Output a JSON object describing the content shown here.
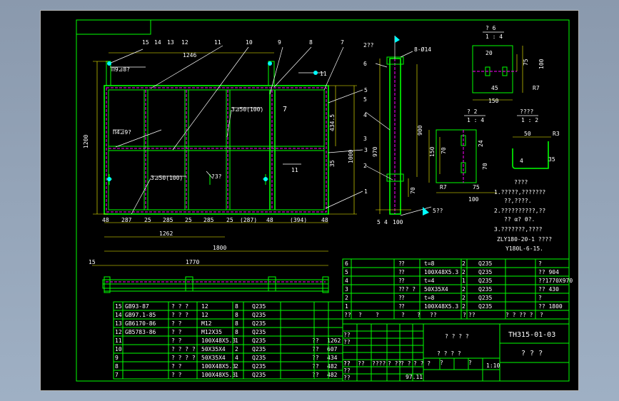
{
  "drawing": {
    "number": "TH315-01-03",
    "title": "? ? ? ?",
    "subtitle": "? ? ?",
    "scale": "1:10",
    "weight": "97.11"
  },
  "main_view": {
    "dims": {
      "top_width": "1246",
      "height": "1200",
      "span_a": "434.5",
      "span_b": "1000",
      "span_c": "35",
      "bottom": [
        "48",
        "287",
        "25",
        "285",
        "25",
        "285",
        "25",
        "(287)",
        "48",
        "(394)",
        "48"
      ],
      "overall_1262": "1262",
      "overall_1800": "1800"
    },
    "balloons": [
      "15",
      "14",
      "13",
      "12",
      "11",
      "10",
      "9",
      "8",
      "7",
      "5",
      "6",
      "3",
      "2",
      "1",
      "4"
    ],
    "weld_notes": [
      "Π9⊿8?",
      "Π4⊿9?",
      "3⊿50(100)",
      "3⊿50(100)",
      "?3?",
      "7",
      "11",
      "11"
    ]
  },
  "side_view": {
    "labels": [
      "2??",
      "8-Ø14",
      "6",
      "5",
      "4",
      "3",
      "2",
      "900",
      "970",
      "70",
      "5",
      "4",
      "100",
      "5??"
    ]
  },
  "bottom_view": {
    "dim_total": "1770",
    "dim_edge": "15"
  },
  "detail_6": {
    "title": "? 6",
    "scale": "1 : 4",
    "dims": [
      "20",
      "75",
      "100",
      "45",
      "R7",
      "150"
    ]
  },
  "detail_2": {
    "title": "? 2",
    "scale": "1 : 4",
    "dims": [
      "150",
      "70",
      "R7",
      "75",
      "100",
      "24",
      "70"
    ]
  },
  "detail_bend": {
    "title": "????",
    "scale": "1 : 2",
    "dims": [
      "50",
      "R3",
      "4",
      "35"
    ]
  },
  "notes": {
    "heading": "????",
    "items": [
      "1.?????,???????",
      "??,????.",
      "2.??????????,??",
      "?? α? θ?.",
      "3.???????,????",
      "ZLY180-20-1 ????",
      "Y180L-6-15."
    ]
  },
  "bom_top": {
    "rows": [
      [
        "6",
        "?",
        "?",
        "t=8",
        "2",
        "Q235",
        "",
        "?"
      ],
      [
        "5",
        "?",
        "?",
        "100X48X5.3",
        "2",
        "Q235",
        "",
        "?? 904"
      ],
      [
        "4",
        "?",
        "?",
        "t=4",
        "1",
        "Q235",
        "",
        "??1770X970"
      ],
      [
        "3",
        "?",
        "? ? ?",
        "50X35X4",
        "2",
        "Q235",
        "",
        "?? 430"
      ],
      [
        "2",
        "?",
        "?",
        "t=8",
        "2",
        "Q235",
        "",
        "?"
      ],
      [
        "1",
        "?",
        "?",
        "100X48X5.3",
        "2",
        "Q235",
        "",
        "?? 1800"
      ]
    ],
    "header": [
      "??",
      "?",
      "?",
      "?",
      "?",
      "??",
      "?",
      "??",
      "? ? ?",
      "? ?",
      "?"
    ]
  },
  "bom_left": {
    "rows": [
      [
        "15",
        "GB93-87",
        "? ? ?",
        "12",
        "8",
        "Q235",
        "",
        ""
      ],
      [
        "14",
        "GB97.1-85",
        "? ? ?",
        "12",
        "8",
        "Q235",
        "",
        ""
      ],
      [
        "13",
        "GB6170-86",
        "? ?",
        "M12",
        "8",
        "Q235",
        "",
        ""
      ],
      [
        "12",
        "GB5783-86",
        "? ?",
        "M12X35",
        "8",
        "Q235",
        "",
        ""
      ],
      [
        "11",
        "",
        "? ?",
        "100X48X5.3",
        "1",
        "Q235",
        "??",
        "1262"
      ],
      [
        "10",
        "",
        "? ? ? ?",
        "50X35X4",
        "2",
        "Q235",
        "??",
        "607"
      ],
      [
        "9",
        "",
        "? ? ? ?",
        "50X35X4",
        "4",
        "Q235",
        "??",
        "434"
      ],
      [
        "8",
        "",
        "? ?",
        "100X48X5.3",
        "2",
        "Q235",
        "??",
        "482"
      ],
      [
        "7",
        "",
        "? ?",
        "100X48X5.3",
        "1",
        "Q235",
        "??",
        "482"
      ]
    ]
  },
  "titleblock": {
    "rev_row": [
      "??",
      "??",
      "????",
      "? ??",
      "? ?",
      "? ? ?"
    ],
    "rows": [
      "??",
      "??",
      "??",
      "??",
      "??"
    ],
    "cells": [
      "? ? ? ?",
      "? ?",
      "? ?",
      "? ?",
      "?",
      "?"
    ]
  }
}
